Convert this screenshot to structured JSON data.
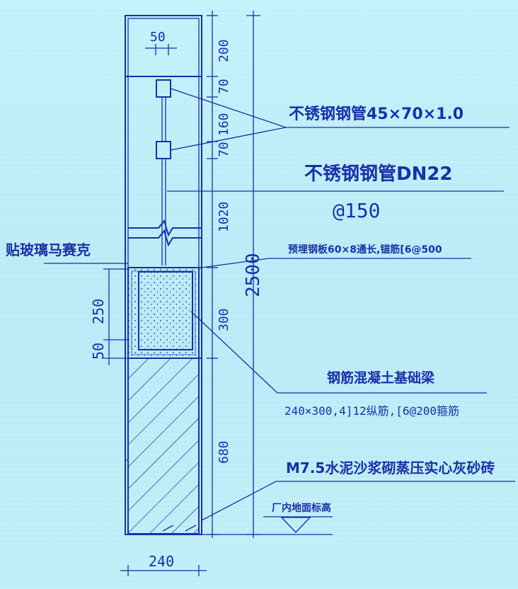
{
  "labels": {
    "pipe_large": "不锈钢钢管45×70×1.0",
    "pipe_small": "不锈钢钢管DN22",
    "pipe_spacing": "@150",
    "glass_mosaic": "贴玻璃马赛克",
    "embedded_plate": "预埋钢板60×8通长,锚筋[6@500",
    "beam_title": "钢筋混凝土基础梁",
    "beam_spec": "240×300,4]12纵筋,[6@200箍筋",
    "brick": "M7.5水泥沙浆砌蒸压实心灰砂砖",
    "floor_level": "厂内地面标高"
  },
  "dimensions": {
    "top_width": "50",
    "d200": "200",
    "d70a": "70",
    "d160": "160",
    "d70b": "70",
    "d1020": "1020",
    "d2500": "2500",
    "d300": "300",
    "d680": "680",
    "d250": "250",
    "d50": "50",
    "bottom_width": "240"
  },
  "colors": {
    "line": "#1b2fa8",
    "background": "#bfeef8"
  }
}
